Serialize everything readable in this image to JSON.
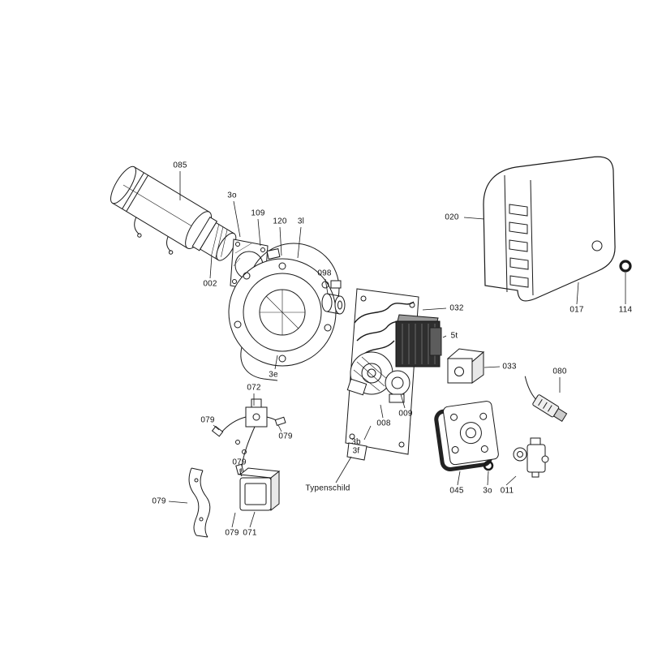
{
  "colors": {
    "ink": "#1a1a1a",
    "background": "#ffffff",
    "dark_component": "#2f2f2f"
  },
  "labels": [
    {
      "id": "085",
      "text": "085"
    },
    {
      "id": "002",
      "text": "002"
    },
    {
      "id": "3o-a",
      "text": "3o"
    },
    {
      "id": "109",
      "text": "109"
    },
    {
      "id": "120",
      "text": "120"
    },
    {
      "id": "3l",
      "text": "3l"
    },
    {
      "id": "098",
      "text": "098"
    },
    {
      "id": "020",
      "text": "020"
    },
    {
      "id": "017",
      "text": "017"
    },
    {
      "id": "114",
      "text": "114"
    },
    {
      "id": "032",
      "text": "032"
    },
    {
      "id": "5t",
      "text": "5t"
    },
    {
      "id": "033",
      "text": "033"
    },
    {
      "id": "080",
      "text": "080"
    },
    {
      "id": "3e",
      "text": "3e"
    },
    {
      "id": "072",
      "text": "072"
    },
    {
      "id": "079-a",
      "text": "079"
    },
    {
      "id": "079-b",
      "text": "079"
    },
    {
      "id": "008",
      "text": "008"
    },
    {
      "id": "009",
      "text": "009"
    },
    {
      "id": "3b",
      "text": "3b"
    },
    {
      "id": "3f",
      "text": "3f"
    },
    {
      "id": "typenschild",
      "text": "Typenschild"
    },
    {
      "id": "079-c",
      "text": "079"
    },
    {
      "id": "045",
      "text": "045"
    },
    {
      "id": "3o-b",
      "text": "3o"
    },
    {
      "id": "011",
      "text": "011"
    },
    {
      "id": "079-d",
      "text": "079"
    },
    {
      "id": "079-e",
      "text": "079"
    },
    {
      "id": "071",
      "text": "071"
    }
  ]
}
